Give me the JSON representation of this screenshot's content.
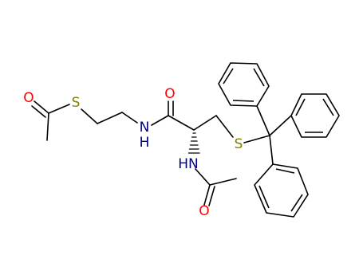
{
  "molecule": {
    "atoms": {
      "o_thioester": {
        "label": "O",
        "color": "#ff0000"
      },
      "s_thioester": {
        "label": "S",
        "color": "#808000"
      },
      "n_amide": {
        "label": "N\nH",
        "line1": "N",
        "line2": "H",
        "color": "#000080"
      },
      "o_amide": {
        "label": "O",
        "color": "#ff0000"
      },
      "s_trityl": {
        "label": "S",
        "color": "#808000"
      },
      "n_acetamido": {
        "label": "HN",
        "color": "#000080"
      },
      "o_acetyl": {
        "label": "O",
        "color": "#ff0000"
      }
    },
    "bond_color": "#000000"
  }
}
